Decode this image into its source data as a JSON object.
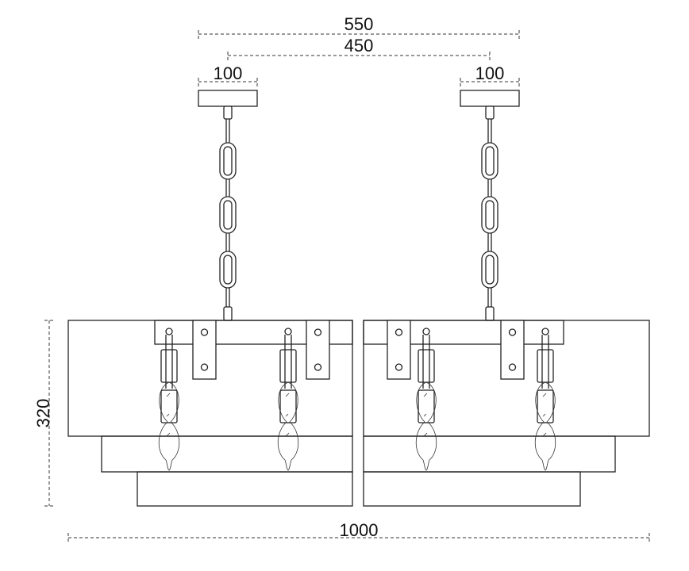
{
  "dimensions": {
    "canopy_spacing_outer": "550",
    "canopy_spacing_inner": "450",
    "canopy_width_left": "100",
    "canopy_width_right": "100",
    "height": "320",
    "width": "1000"
  },
  "colors": {
    "line": "#222222",
    "background": "#ffffff"
  }
}
